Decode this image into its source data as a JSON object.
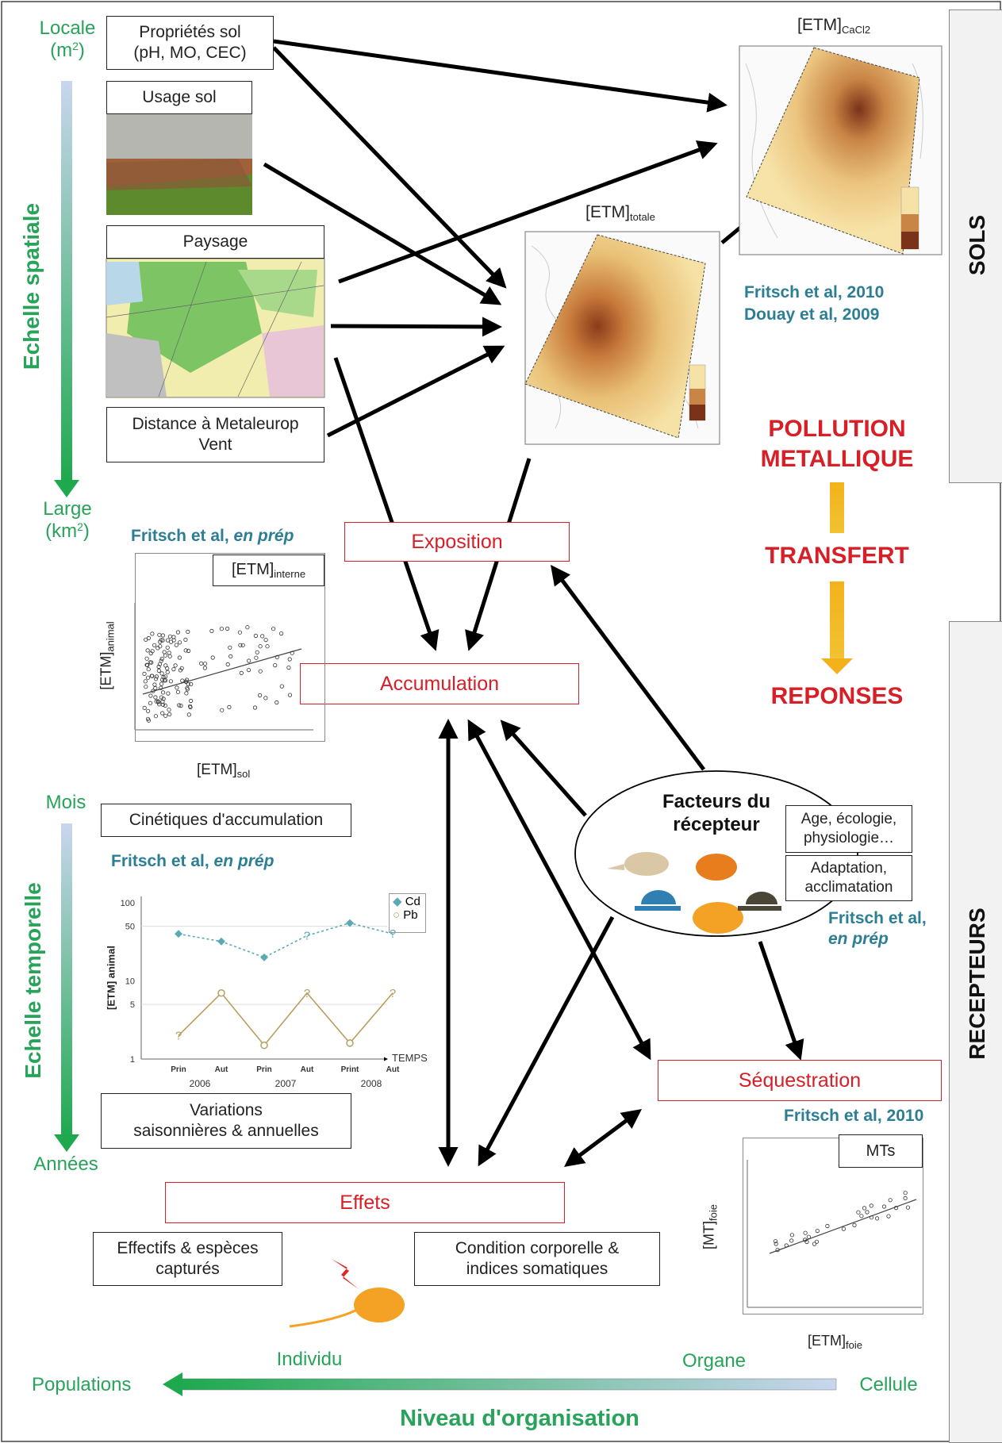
{
  "spatial_scale": {
    "axis_label": "Echelle spatiale",
    "top_label": "Locale",
    "top_unit": "(m",
    "top_unit_sup": "2",
    "top_unit_end": ")",
    "bottom_label": "Large",
    "bottom_unit": "(km",
    "bottom_unit_sup": "2",
    "bottom_unit_end": ")"
  },
  "temporal_scale": {
    "axis_label": "Echelle temporelle",
    "top_label": "Mois",
    "bottom_label": "Années"
  },
  "organisation_level": {
    "axis_label": "Niveau d'organisation",
    "left_label": "Populations",
    "individual_label": "Individu",
    "organ_label": "Organe",
    "cell_label": "Cellule"
  },
  "factor_boxes": {
    "soil_properties": [
      "Propriétés sol",
      "(pH, MO, CEC)"
    ],
    "soil_use": "Usage sol",
    "landscape": "Paysage",
    "distance": [
      "Distance à Metaleurop",
      "Vent"
    ]
  },
  "maps": {
    "cacl2_title": "[ETM]",
    "cacl2_sub": "CaCl2",
    "total_title": "[ETM]",
    "total_sub": "totale"
  },
  "references": {
    "maps_ref_1": "Fritsch et al, 2010",
    "maps_ref_2": "Douay et al, 2009",
    "scatter_ref": "Fritsch et al, ",
    "scatter_ref_italic": "en prép",
    "kinetics_ref": "Fritsch et al, ",
    "kinetics_ref_italic": "en prép",
    "receptor_ref": "Fritsch et al,",
    "receptor_ref_italic": "en prép",
    "mt_ref": "Fritsch et al, 2010"
  },
  "pollution_flow": {
    "pollution": [
      "POLLUTION",
      "METALLIQUE"
    ],
    "transfer": "TRANSFERT",
    "responses": "REPONSES"
  },
  "side_panels": {
    "sols": "SOLS",
    "recepteurs": "RECEPTEURS"
  },
  "process_boxes": {
    "exposition": "Exposition",
    "accumulation": "Accumulation",
    "sequestration": "Séquestration",
    "effets": "Effets"
  },
  "receptor": {
    "title": [
      "Facteurs du",
      "récepteur"
    ],
    "age_box": [
      "Age, écologie,",
      "physiologie…"
    ],
    "adaptation_box": [
      "Adaptation,",
      "acclimatation"
    ]
  },
  "temporal_boxes": {
    "kinetics": "Cinétiques d'accumulation",
    "variations": [
      "Variations",
      "saisonnières & annuelles"
    ]
  },
  "effect_boxes": {
    "counts": [
      "Effectifs & espèces",
      "capturés"
    ],
    "condition": [
      "Condition corporelle &",
      "indices somatiques"
    ]
  },
  "scatter_plot": {
    "label": "[ETM]",
    "label_sub": "interne",
    "ylabel": "[ETM]",
    "ylabel_sub": "animal",
    "xlabel": "[ETM]",
    "xlabel_sub": "sol"
  },
  "mt_plot": {
    "label": "MTs",
    "ylabel": "[MT]",
    "ylabel_sub": "foie",
    "xlabel": "[ETM]",
    "xlabel_sub": "foie"
  },
  "colors": {
    "green": "#27a35a",
    "red": "#d61f26",
    "teal": "#2b7e94",
    "orange_arrow": "#f3b21b",
    "cd": "#5aa9b5",
    "pb": "#b5a060"
  },
  "chart_data": [
    {
      "type": "line",
      "title": "",
      "ylabel": "[ETM] animal",
      "xlabel": "TEMPS",
      "yscale": "log",
      "ylim": [
        1,
        100
      ],
      "yticks": [
        "1",
        "5",
        "10",
        "50",
        "100"
      ],
      "categories": [
        "Prin",
        "Aut",
        "Prin",
        "Aut",
        "Print",
        "Aut"
      ],
      "years": [
        "2006",
        "2007",
        "2008"
      ],
      "series": [
        {
          "name": "Cd",
          "values": [
            40,
            32,
            20,
            38,
            55,
            40
          ],
          "uncertain": [
            false,
            false,
            false,
            true,
            false,
            true
          ]
        },
        {
          "name": "Pb",
          "values": [
            2,
            7,
            1.5,
            7,
            1.6,
            7
          ],
          "uncertain": [
            true,
            false,
            false,
            true,
            false,
            true
          ]
        }
      ],
      "uncertain_marker": "?"
    }
  ]
}
